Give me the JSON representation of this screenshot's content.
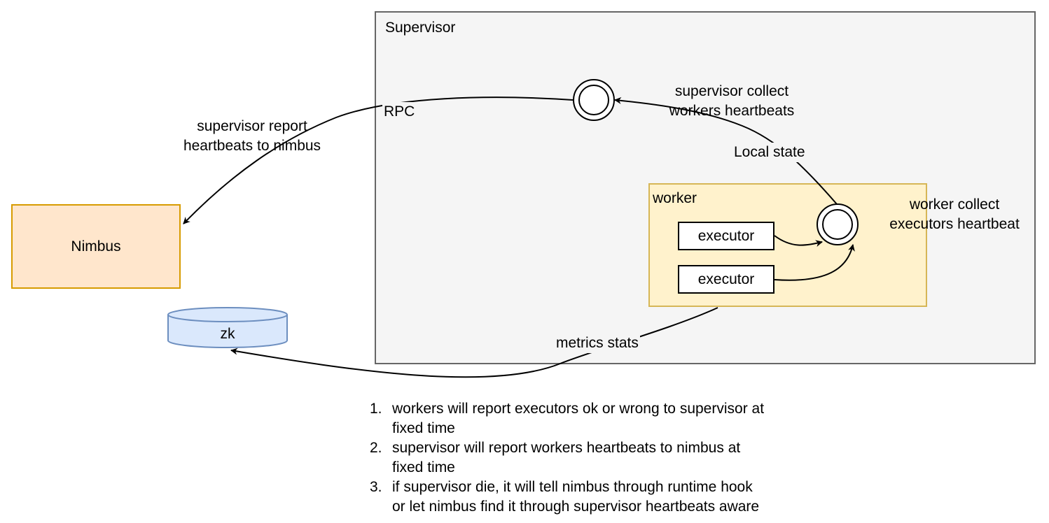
{
  "nodes": {
    "supervisor": "Supervisor",
    "worker": "worker",
    "nimbus": "Nimbus",
    "zk": "zk",
    "executor_1": "executor",
    "executor_2": "executor"
  },
  "edge_labels": {
    "rpc": "RPC",
    "supervisor_report": [
      "supervisor report",
      "heartbeats to nimbus"
    ],
    "supervisor_collect": [
      "supervisor collect",
      "workers heartbeats"
    ],
    "local_state": "Local state",
    "worker_collect": [
      "worker collect",
      "executors heartbeat"
    ],
    "metrics_stats": "metrics stats"
  },
  "notes": [
    {
      "num": "1.",
      "lines": [
        "workers will report executors ok or wrong to supervisor at",
        "fixed time"
      ]
    },
    {
      "num": "2.",
      "lines": [
        "supervisor will report workers heartbeats to nimbus at",
        "fixed time"
      ]
    },
    {
      "num": "3.",
      "lines": [
        "if supervisor die, it will tell nimbus through runtime hook",
        "or let nimbus find it through supervisor heartbeats aware"
      ]
    }
  ],
  "colors": {
    "supervisor_fill": "#f5f5f5",
    "supervisor_stroke": "#666666",
    "worker_fill": "#fff2cc",
    "worker_stroke": "#d6b656",
    "nimbus_fill": "#ffe6cc",
    "nimbus_stroke": "#d79b00",
    "zk_fill": "#dae8fc",
    "zk_stroke": "#6c8ebf"
  }
}
